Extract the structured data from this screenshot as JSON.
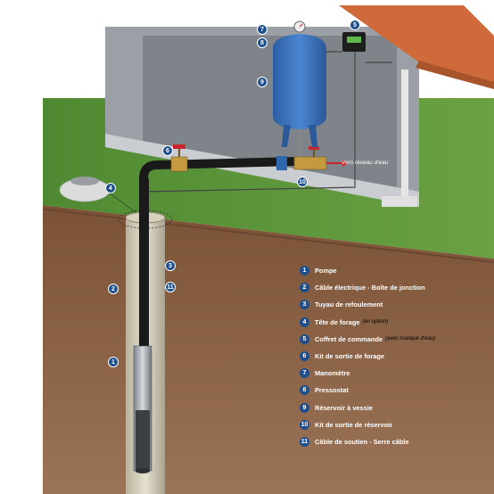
{
  "legend": [
    {
      "num": "1",
      "label": "Pompe",
      "note": ""
    },
    {
      "num": "2",
      "label": "Câble électrique - Boîte de jonction",
      "note": ""
    },
    {
      "num": "3",
      "label": "Tuyau de refoulement",
      "note": ""
    },
    {
      "num": "4",
      "label": "Tête de forage",
      "note": "(en option)"
    },
    {
      "num": "5",
      "label": "Coffret de commande",
      "note": "(avec manque d'eau)"
    },
    {
      "num": "6",
      "label": "Kit de sortie de forage",
      "note": ""
    },
    {
      "num": "7",
      "label": "Manomètre",
      "note": ""
    },
    {
      "num": "8",
      "label": "Pressostat",
      "note": ""
    },
    {
      "num": "9",
      "label": "Réservoir à vessie",
      "note": ""
    },
    {
      "num": "10",
      "label": "Kit de sortie de réservoir",
      "note": ""
    },
    {
      "num": "11",
      "label": "Câble de soutien - Serre câble",
      "note": ""
    }
  ],
  "badges": [
    "7",
    "8",
    "9",
    "5",
    "6",
    "4",
    "10",
    "3",
    "2",
    "11",
    "1"
  ],
  "flow_label": "Vers réseau d'eau",
  "colors": {
    "sky": "#ffffff",
    "grass": "#5a8f3a",
    "soil": "#8a6346",
    "wall": "#8f949a",
    "tank": "#3a6fb8",
    "pipe": "#1a1a1a",
    "badge": "#1e4f8c",
    "roof": "#cf6a3a"
  }
}
